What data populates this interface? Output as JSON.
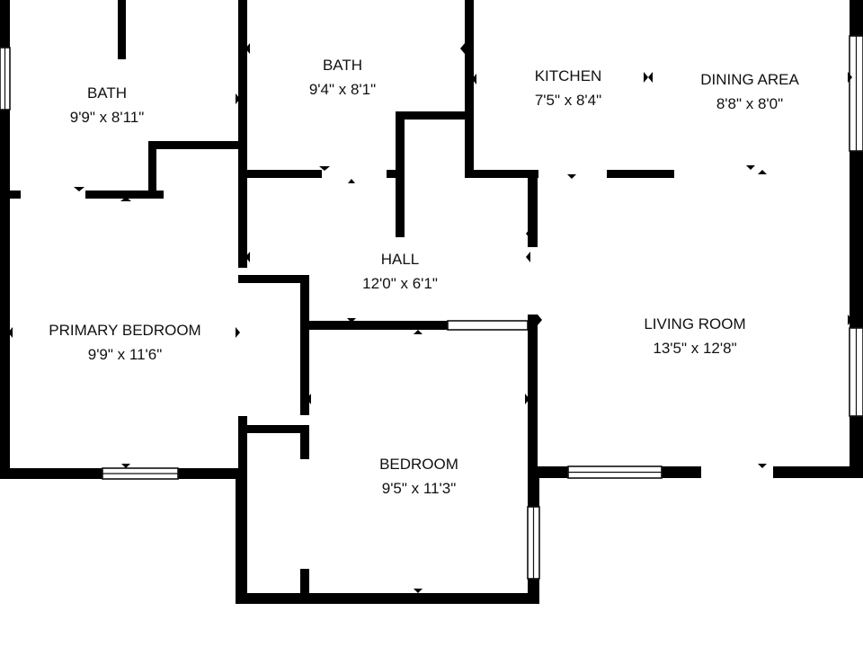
{
  "colors": {
    "wall": "#000000",
    "background": "#ffffff",
    "text": "#111111"
  },
  "rooms": [
    {
      "id": "bath-left",
      "name": "BATH",
      "dims": "9'9\" x 8'11\""
    },
    {
      "id": "bath-center",
      "name": "BATH",
      "dims": "9'4\" x 8'1\""
    },
    {
      "id": "kitchen",
      "name": "KITCHEN",
      "dims": "7'5\" x 8'4\""
    },
    {
      "id": "dining-area",
      "name": "DINING AREA",
      "dims": "8'8\" x 8'0\""
    },
    {
      "id": "hall",
      "name": "HALL",
      "dims": "12'0\" x 6'1\""
    },
    {
      "id": "primary-bedroom",
      "name": "PRIMARY BEDROOM",
      "dims": "9'9\" x 11'6\""
    },
    {
      "id": "living-room",
      "name": "LIVING ROOM",
      "dims": "13'5\" x 12'8\""
    },
    {
      "id": "bedroom",
      "name": "BEDROOM",
      "dims": "9'5\" x 11'3\""
    }
  ]
}
